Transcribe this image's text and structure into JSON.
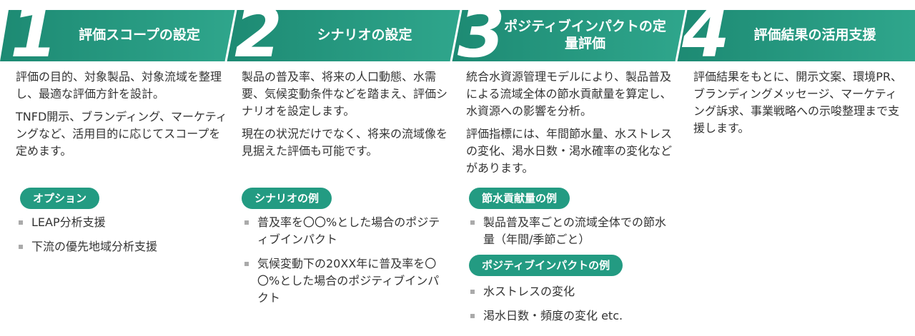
{
  "colors": {
    "band_light": "#2fa68c",
    "band_dark": "#1d8a73",
    "tag_bg": "#239b82",
    "text": "#333333",
    "bullet": "#aaaaaa"
  },
  "steps": [
    {
      "number": "1",
      "title": "評価スコープの設定",
      "paragraphs": [
        "評価の目的、対象製品、対象流域を整理し、最適な評価方針を設計。",
        "TNFD開示、ブランディング、マーケティングなど、活用目的に応じてスコープを定めます。"
      ],
      "groups": [
        {
          "label": "オプション",
          "items": [
            "LEAP分析支援",
            "下流の優先地域分析支援"
          ]
        }
      ]
    },
    {
      "number": "2",
      "title": "シナリオの設定",
      "paragraphs": [
        "製品の普及率、将来の人口動態、水需要、気候変動条件などを踏まえ、評価シナリオを設定します。",
        "現在の状況だけでなく、将来の流域像を見据えた評価も可能です。"
      ],
      "groups": [
        {
          "label": "シナリオの例",
          "items": [
            "普及率を〇〇%とした場合のポジティブインパクト",
            "気候変動下の20XX年に普及率を〇〇%とした場合のポジティブインパクト"
          ]
        }
      ]
    },
    {
      "number": "3",
      "title": "ポジティブインパクトの定量評価",
      "paragraphs": [
        "統合水資源管理モデルにより、製品普及による流域全体の節水貢献量を算定し、水資源への影響を分析。",
        "評価指標には、年間節水量、水ストレスの変化、渇水日数・渇水確率の変化などがあります。"
      ],
      "groups": [
        {
          "label": "節水貢献量の例",
          "items": [
            "製品普及率ごとの流域全体での節水量（年間/季節ごと）"
          ]
        },
        {
          "label": "ポジティブインパクトの例",
          "items": [
            "水ストレスの変化",
            "渇水日数・頻度の変化 etc."
          ]
        }
      ]
    },
    {
      "number": "4",
      "title": "評価結果の活用支援",
      "paragraphs": [
        "評価結果をもとに、開示文案、環境PR、ブランディングメッセージ、マーケティング訴求、事業戦略への示唆整理まで支援します。"
      ],
      "groups": []
    }
  ]
}
